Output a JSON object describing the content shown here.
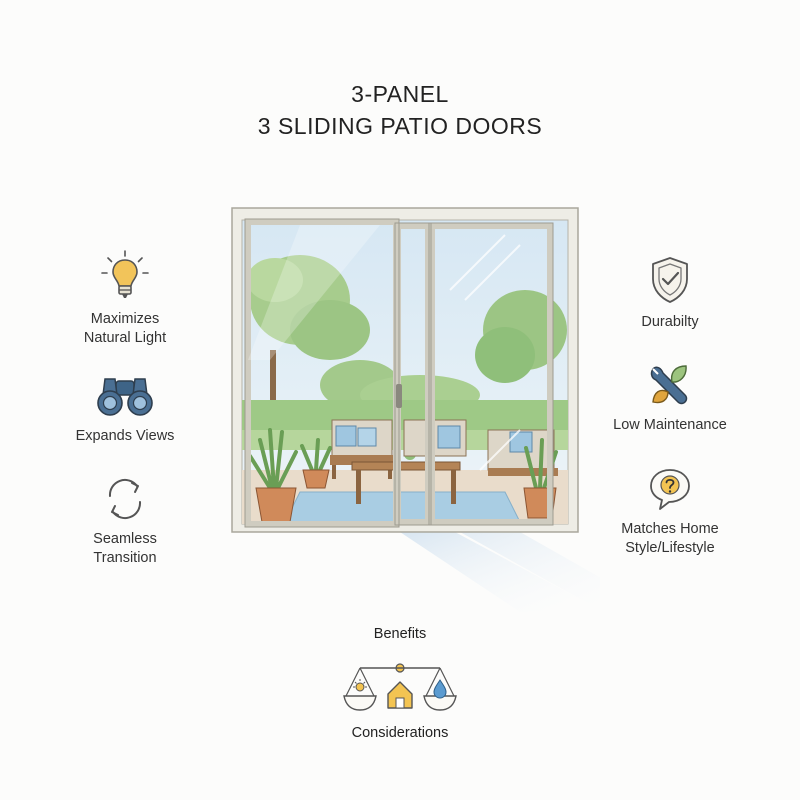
{
  "title": {
    "line1": "3-PANEL",
    "line2": "3 SLIDING PATIO DOORS"
  },
  "left_features": [
    {
      "label_line1": "Maximizes",
      "label_line2": "Natural Light",
      "icon": "lightbulb-icon"
    },
    {
      "label_line1": "Expands Views",
      "label_line2": "",
      "icon": "binoculars-icon"
    },
    {
      "label_line1": "Seamless",
      "label_line2": "Transition",
      "icon": "cycle-arrows-icon"
    }
  ],
  "right_features": [
    {
      "label_line1": "Durabilty",
      "label_line2": "",
      "icon": "shield-check-icon"
    },
    {
      "label_line1": "Low Maintenance",
      "label_line2": "",
      "icon": "wrench-leaf-icon"
    },
    {
      "label_line1": "Matches Home",
      "label_line2": "Style/Lifestyle",
      "icon": "question-bubble-icon"
    }
  ],
  "balance": {
    "top_label": "Benefits",
    "bottom_label": "Considerations",
    "icon": "balance-scale-icon"
  },
  "colors": {
    "icon_blue": "#4a6f93",
    "icon_gold": "#e9b949",
    "frame": "#ecebe4",
    "sky": "#dbe9f4",
    "foliage": "#8fbf7a"
  }
}
